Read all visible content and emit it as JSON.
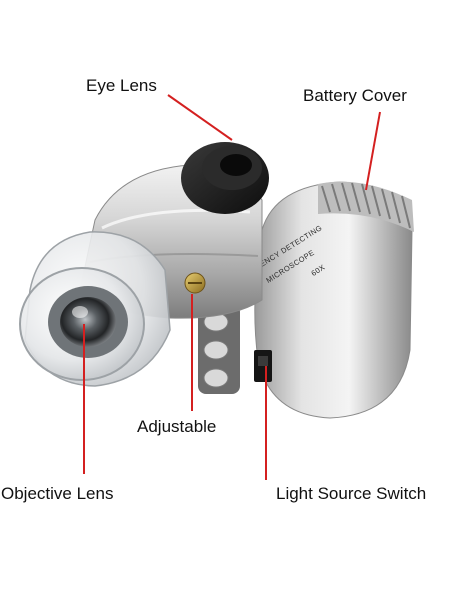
{
  "labels": {
    "eye_lens": "Eye Lens",
    "battery_cover": "Battery Cover",
    "adjustable": "Adjustable",
    "objective_lens": "Objective Lens",
    "light_source_switch": "Light Source Switch"
  },
  "engraving": {
    "line1": "CURRENCY DETECTING",
    "line2": "MICROSCOPE",
    "line3": "60X"
  },
  "colors": {
    "pointer_line": "#d42020",
    "body_silver": "#c8c8c8",
    "eyepiece_rubber": "#1e1e1e",
    "brass_screw": "#b8962e"
  }
}
